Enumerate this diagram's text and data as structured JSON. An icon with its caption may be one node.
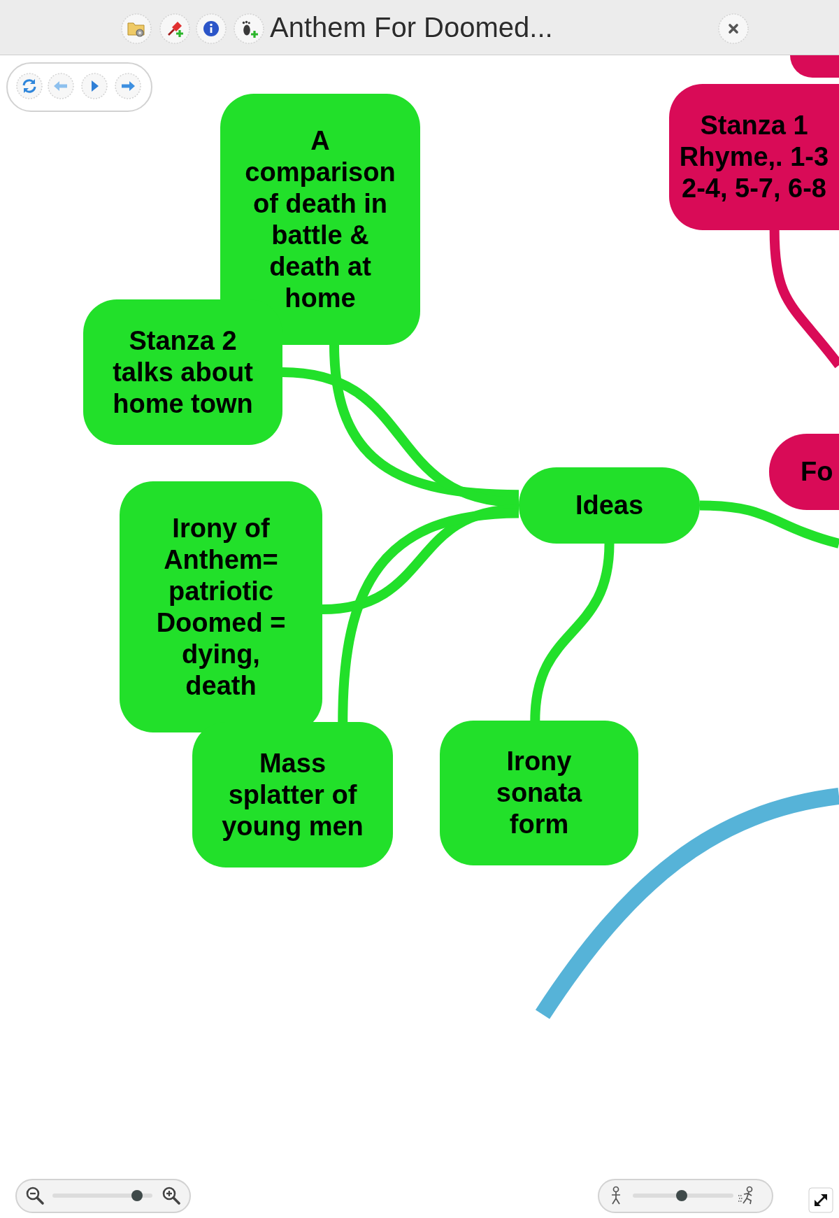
{
  "diagram": {
    "title": "Anthem For Doomed...",
    "nodes": [
      {
        "text": [],
        "shape": "box"
      },
      {
        "text": [
          "A comparison of death in battle & death at home"
        ]
      },
      {
        "text": [
          "Stanza 1 Rhyme,. 1-3 2-4, 5-7, 6-8"
        ]
      },
      {
        "text": [
          "Stanza 2 talks about home town"
        ]
      },
      {
        "text": [
          "Fo"
        ]
      },
      {
        "text": [
          "Ideas"
        ]
      },
      {
        "text": [
          "Irony of Anthem= patriotic Doomed = dying, death"
        ]
      },
      {
        "text": [
          "Mass splatter of young men"
        ]
      },
      {
        "text": [
          "Irony sonata form"
        ]
      }
    ],
    "edges": [
      {
        "from": 5,
        "to": 1,
        "arrow": "none"
      },
      {
        "from": 5,
        "to": 3,
        "arrow": "none"
      },
      {
        "from": 5,
        "to": 6,
        "arrow": "none"
      },
      {
        "from": 5,
        "to": 7,
        "arrow": "none"
      },
      {
        "from": 5,
        "to": 8,
        "arrow": "none"
      },
      {
        "from": 5,
        "to": null,
        "arrow": "none"
      },
      {
        "from": 2,
        "to": null,
        "arrow": "none",
        "color": "#d90b57"
      }
    ]
  }
}
